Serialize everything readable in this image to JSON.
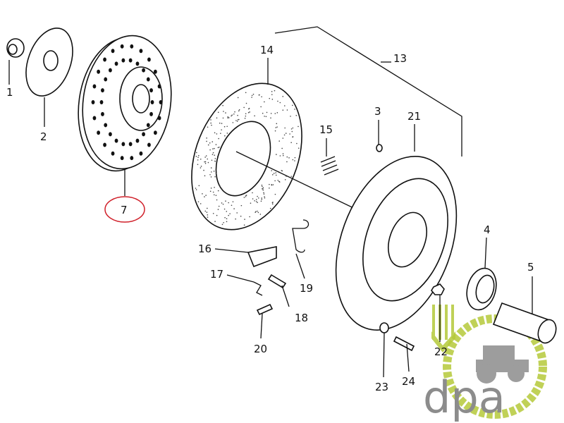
{
  "diagram": {
    "labels": {
      "p1": "1",
      "p2": "2",
      "p7": "7",
      "p14": "14",
      "p13": "13",
      "p3": "3",
      "p21": "21",
      "p15": "15",
      "p16": "16",
      "p17": "17",
      "p19": "19",
      "p18": "18",
      "p20": "20",
      "p4": "4",
      "p5": "5",
      "p22": "22",
      "p23": "23",
      "p24": "24"
    },
    "highlight": {
      "label": "7",
      "color": "#d0202a"
    }
  },
  "logo": {
    "text": "dpa",
    "green": "#b5c93a",
    "gray": "#8c8c8c"
  }
}
